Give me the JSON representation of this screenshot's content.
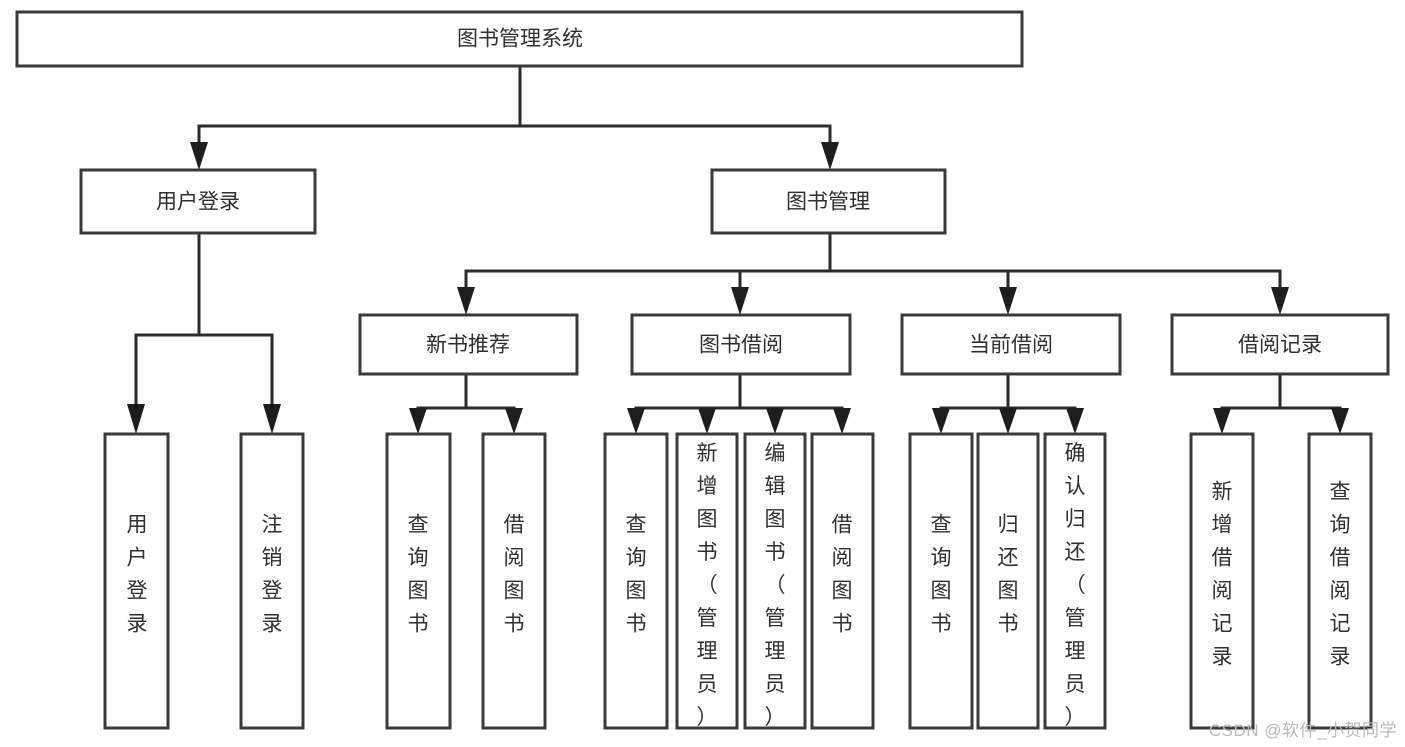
{
  "diagram": {
    "type": "tree-hierarchy-chart",
    "title": "图书管理系统",
    "watermark": "CSDN @软件_小贺同学",
    "colors": {
      "box_stroke": "#3a3a3a",
      "box_fill": "#ffffff",
      "connector": "#2b2b2b",
      "text": "#2f2f2f",
      "watermark": "#b9b9b9"
    },
    "levels": {
      "root": {
        "label": "图书管理系统"
      },
      "level2": [
        {
          "label": "用户登录"
        },
        {
          "label": "图书管理"
        }
      ],
      "level3": [
        {
          "label": "新书推荐"
        },
        {
          "label": "图书借阅"
        },
        {
          "label": "当前借阅"
        },
        {
          "label": "借阅记录"
        }
      ],
      "leaves": {
        "user_login": [
          {
            "label": "用户登录"
          },
          {
            "label": "注销登录"
          }
        ],
        "new_book_recommend": [
          {
            "label": "查询图书"
          },
          {
            "label": "借阅图书"
          }
        ],
        "book_borrow": [
          {
            "label": "查询图书"
          },
          {
            "label": "新增图书（管理员）"
          },
          {
            "label": "编辑图书（管理员）"
          },
          {
            "label": "借阅图书"
          }
        ],
        "current_borrow": [
          {
            "label": "查询图书"
          },
          {
            "label": "归还图书"
          },
          {
            "label": "确认归还（管理员）"
          }
        ],
        "borrow_record": [
          {
            "label": "新增借阅记录"
          },
          {
            "label": "查询借阅记录"
          }
        ]
      }
    }
  }
}
